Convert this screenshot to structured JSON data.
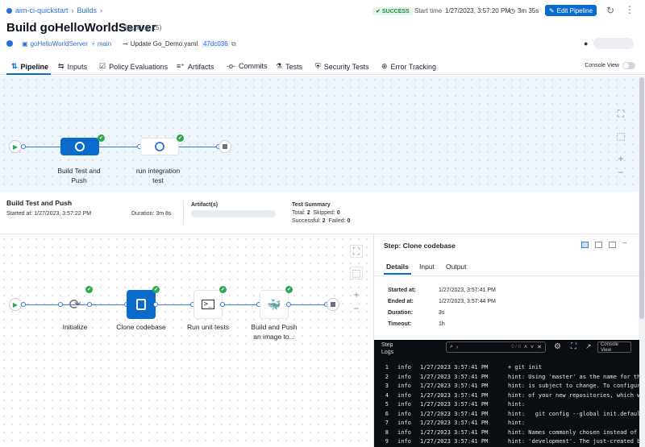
{
  "breadcrumb": {
    "project": "aim-ci-quickstart",
    "section": "Builds"
  },
  "header": {
    "title": "Build goHelloWorldServer",
    "build_id": "(Build Id: 15)",
    "status": "SUCCESS",
    "start_label": "Start time",
    "start_time": "1/27/2023, 3:57:20 PM",
    "duration": "3m 35s",
    "edit_label": "Edit Pipeline"
  },
  "meta": {
    "repo": "goHelloWorldServer",
    "branch": "main",
    "commit_msg": "Update Go_Demo.yaml",
    "commit_sha": "47dc036"
  },
  "tabs": [
    "Pipeline",
    "Inputs",
    "Policy Evaluations",
    "Artifacts",
    "Commits",
    "Tests",
    "Security Tests",
    "Error Tracking"
  ],
  "console_view": "Console View",
  "top_stages": [
    {
      "label1": "Build Test and",
      "label2": "Push"
    },
    {
      "label1": "run integration",
      "label2": "test"
    }
  ],
  "stage": {
    "title": "Build Test and Push",
    "started": "Started at: 1/27/2023, 3:57:22 PM",
    "duration": "Duration: 3m 8s",
    "artifacts": "Artifact(s)",
    "test_title": "Test Summary",
    "total_l": "Total:",
    "total": "2",
    "skipped_l": "Skipped:",
    "skipped": "0",
    "succ_l": "Successful:",
    "succ": "2",
    "failed_l": "Failed:",
    "failed": "0"
  },
  "steps": [
    {
      "label": "Initialize"
    },
    {
      "label": "Clone codebase"
    },
    {
      "label": "Run unit tests"
    },
    {
      "label": "Build and Push",
      "label2": "an image to..."
    }
  ],
  "panel": {
    "title": "Step: Clone codebase",
    "tabs": [
      "Details",
      "Input",
      "Output"
    ],
    "started_l": "Started at:",
    "started": "1/27/2023, 3:57:41 PM",
    "ended_l": "Ended at:",
    "ended": "1/27/2023, 3:57:44 PM",
    "duration_l": "Duration:",
    "duration": "3s",
    "timeout_l": "Timeout:",
    "timeout": "1h"
  },
  "logs": {
    "title1": "Step",
    "title2": "Logs",
    "search": "›",
    "count": "0 / 0",
    "console1": "Console",
    "console2": "View",
    "rows": [
      [
        "1",
        "info",
        "1/27/2023 3:57:41 PM",
        "+ git init"
      ],
      [
        "2",
        "info",
        "1/27/2023 3:57:41 PM",
        "hint: Using 'master' as the name for th"
      ],
      [
        "3",
        "info",
        "1/27/2023 3:57:41 PM",
        "hint: is subject to change. To configur"
      ],
      [
        "4",
        "info",
        "1/27/2023 3:57:41 PM",
        "hint: of your new repositories, which w"
      ],
      [
        "5",
        "info",
        "1/27/2023 3:57:41 PM",
        "hint:"
      ],
      [
        "6",
        "info",
        "1/27/2023 3:57:41 PM",
        "hint:   git config --global init.defaul"
      ],
      [
        "7",
        "info",
        "1/27/2023 3:57:41 PM",
        "hint:"
      ],
      [
        "8",
        "info",
        "1/27/2023 3:57:41 PM",
        "hint: Names commonly chosen instead of"
      ],
      [
        "9",
        "info",
        "1/27/2023 3:57:41 PM",
        "hint: 'development'. The just-created b"
      ]
    ]
  }
}
